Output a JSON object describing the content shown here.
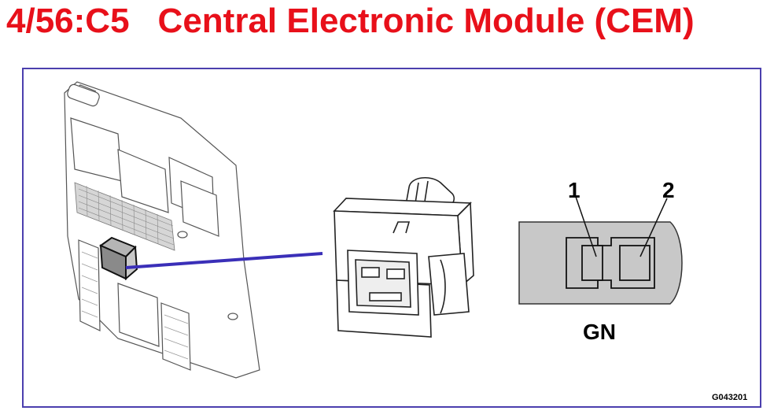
{
  "title": {
    "code": "4/56:C5",
    "name": "Central Electronic Module (CEM)"
  },
  "connector": {
    "pins": [
      {
        "label": "1"
      },
      {
        "label": "2"
      }
    ],
    "color_code": "GN"
  },
  "figure_id": "G043201",
  "colors": {
    "title": "#e8101a",
    "frame": "#4b3fae",
    "pointer_line": "#3a2fb8",
    "connector_face": "#c8c8c8"
  }
}
